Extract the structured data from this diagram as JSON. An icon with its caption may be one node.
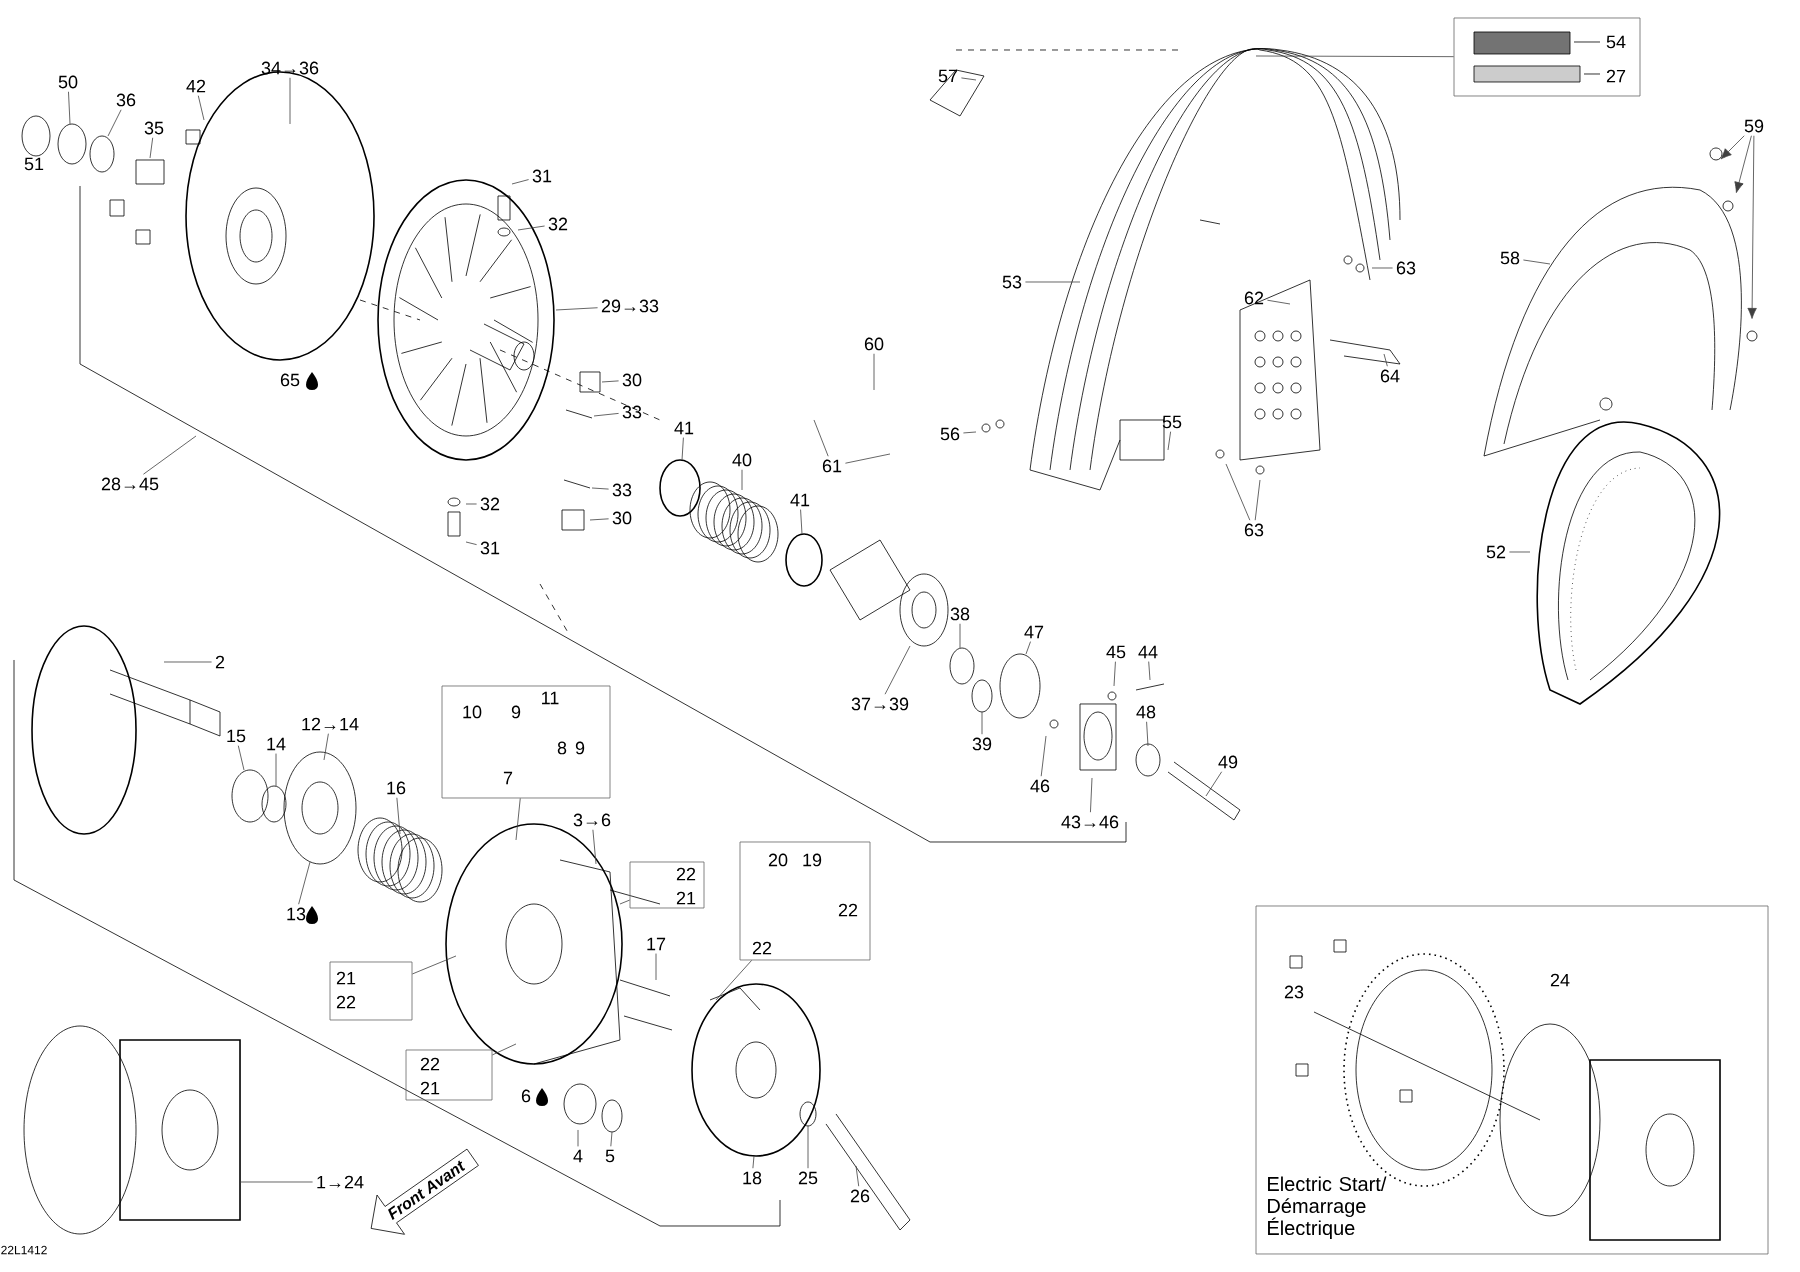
{
  "diagram": {
    "nodes": [
      {
        "text": [
          "54",
          "27"
        ]
      },
      {
        "text": [
          "10",
          "9",
          "11",
          "8",
          "9",
          "7"
        ]
      },
      {
        "text": [
          "22",
          "21"
        ]
      },
      {
        "text": [
          "20",
          "19",
          "22",
          "22"
        ]
      },
      {
        "text": [
          "21",
          "22"
        ]
      },
      {
        "text": [
          "22",
          "21"
        ]
      },
      {
        "text": [
          "23",
          "24",
          "Electric Start/ Démarrage Électrique"
        ]
      },
      {
        "text": [
          "Front Avant"
        ]
      },
      {
        "text": [
          "57"
        ]
      },
      {
        "text": [
          "34→36"
        ]
      },
      {
        "text": [
          "50"
        ]
      },
      {
        "text": [
          "36"
        ]
      },
      {
        "text": [
          "42"
        ]
      },
      {
        "text": [
          "35"
        ]
      },
      {
        "text": [
          "31"
        ]
      },
      {
        "text": [
          "32"
        ]
      },
      {
        "text": [
          "59"
        ]
      },
      {
        "text": [
          "29→33"
        ]
      },
      {
        "text": [
          "53"
        ]
      },
      {
        "text": [
          "62"
        ]
      },
      {
        "text": [
          "63"
        ]
      },
      {
        "text": [
          "58"
        ]
      },
      {
        "text": [
          "64"
        ]
      },
      {
        "text": [
          "30"
        ]
      },
      {
        "text": [
          "33"
        ]
      },
      {
        "text": [
          "60"
        ]
      },
      {
        "text": [
          "56"
        ]
      },
      {
        "text": [
          "55"
        ]
      },
      {
        "text": [
          "28→45"
        ]
      },
      {
        "text": [
          "41"
        ]
      },
      {
        "text": [
          "40"
        ]
      },
      {
        "text": [
          "61"
        ]
      },
      {
        "text": [
          "33"
        ]
      },
      {
        "text": [
          "41"
        ]
      },
      {
        "text": [
          "30"
        ]
      },
      {
        "text": [
          "32"
        ]
      },
      {
        "text": [
          "31"
        ]
      },
      {
        "text": [
          "63"
        ]
      },
      {
        "text": [
          "52"
        ]
      },
      {
        "text": [
          "38"
        ]
      },
      {
        "text": [
          "47"
        ]
      },
      {
        "text": [
          "2"
        ]
      },
      {
        "text": [
          "37→39"
        ]
      },
      {
        "text": [
          "15"
        ]
      },
      {
        "text": [
          "14"
        ]
      },
      {
        "text": [
          "12→14"
        ]
      },
      {
        "text": [
          "45"
        ]
      },
      {
        "text": [
          "44"
        ]
      },
      {
        "text": [
          "16"
        ]
      },
      {
        "text": [
          "39"
        ]
      },
      {
        "text": [
          "46"
        ]
      },
      {
        "text": [
          "48"
        ]
      },
      {
        "text": [
          "49"
        ]
      },
      {
        "text": [
          "43→46"
        ]
      },
      {
        "text": [
          "3→6"
        ]
      },
      {
        "text": [
          "13"
        ]
      },
      {
        "text": [
          "17"
        ]
      },
      {
        "text": [
          "4"
        ]
      },
      {
        "text": [
          "5"
        ]
      },
      {
        "text": [
          "1→24"
        ]
      },
      {
        "text": [
          "18"
        ]
      },
      {
        "text": [
          "25"
        ]
      },
      {
        "text": [
          "26"
        ]
      }
    ],
    "edges": [
      {
        "from": 0,
        "to": null,
        "arrow": "none"
      },
      {
        "from": 1,
        "to": null,
        "arrow": "none"
      },
      {
        "from": 2,
        "to": null,
        "arrow": "none"
      },
      {
        "from": 3,
        "to": null,
        "arrow": "none"
      },
      {
        "from": 4,
        "to": null,
        "arrow": "none"
      },
      {
        "from": 5,
        "to": null,
        "arrow": "none"
      },
      {
        "from": 8,
        "to": null,
        "arrow": "none"
      },
      {
        "from": 9,
        "to": null,
        "arrow": "none"
      },
      {
        "from": 10,
        "to": null,
        "arrow": "none"
      },
      {
        "from": 11,
        "to": null,
        "arrow": "none"
      },
      {
        "from": 12,
        "to": null,
        "arrow": "none"
      },
      {
        "from": 13,
        "to": null,
        "arrow": "none"
      },
      {
        "from": 14,
        "to": null,
        "arrow": "none"
      },
      {
        "from": 15,
        "to": null,
        "arrow": "none"
      },
      {
        "from": 16,
        "to": null,
        "arrow": "to"
      },
      {
        "from": 16,
        "to": null,
        "arrow": "to"
      },
      {
        "from": 16,
        "to": null,
        "arrow": "to"
      },
      {
        "from": 17,
        "to": null,
        "arrow": "none"
      },
      {
        "from": 18,
        "to": null,
        "arrow": "none"
      },
      {
        "from": 19,
        "to": null,
        "arrow": "none"
      },
      {
        "from": 20,
        "to": null,
        "arrow": "none"
      },
      {
        "from": 21,
        "to": null,
        "arrow": "none"
      },
      {
        "from": 22,
        "to": null,
        "arrow": "none"
      },
      {
        "from": 23,
        "to": null,
        "arrow": "none"
      },
      {
        "from": 24,
        "to": null,
        "arrow": "none"
      },
      {
        "from": 25,
        "to": null,
        "arrow": "none"
      },
      {
        "from": 26,
        "to": null,
        "arrow": "none"
      },
      {
        "from": 27,
        "to": null,
        "arrow": "none"
      },
      {
        "from": 28,
        "to": null,
        "arrow": "none"
      },
      {
        "from": 29,
        "to": null,
        "arrow": "none"
      },
      {
        "from": 30,
        "to": null,
        "arrow": "none"
      },
      {
        "from": 31,
        "to": null,
        "arrow": "none"
      },
      {
        "from": 31,
        "to": null,
        "arrow": "none"
      },
      {
        "from": 32,
        "to": null,
        "arrow": "none"
      },
      {
        "from": 33,
        "to": null,
        "arrow": "none"
      },
      {
        "from": 34,
        "to": null,
        "arrow": "none"
      },
      {
        "from": 35,
        "to": null,
        "arrow": "none"
      },
      {
        "from": 36,
        "to": null,
        "arrow": "none"
      },
      {
        "from": 37,
        "to": null,
        "arrow": "none"
      },
      {
        "from": 37,
        "to": null,
        "arrow": "none"
      },
      {
        "from": 38,
        "to": null,
        "arrow": "none"
      },
      {
        "from": 39,
        "to": null,
        "arrow": "none"
      },
      {
        "from": 40,
        "to": null,
        "arrow": "none"
      },
      {
        "from": 41,
        "to": null,
        "arrow": "none"
      },
      {
        "from": 42,
        "to": null,
        "arrow": "none"
      },
      {
        "from": 43,
        "to": null,
        "arrow": "none"
      },
      {
        "from": 44,
        "to": null,
        "arrow": "none"
      },
      {
        "from": 45,
        "to": null,
        "arrow": "none"
      },
      {
        "from": 46,
        "to": null,
        "arrow": "none"
      },
      {
        "from": 47,
        "to": null,
        "arrow": "none"
      },
      {
        "from": 48,
        "to": null,
        "arrow": "none"
      },
      {
        "from": 49,
        "to": null,
        "arrow": "none"
      },
      {
        "from": 50,
        "to": null,
        "arrow": "none"
      },
      {
        "from": 51,
        "to": null,
        "arrow": "none"
      },
      {
        "from": 52,
        "to": null,
        "arrow": "none"
      },
      {
        "from": 53,
        "to": null,
        "arrow": "none"
      },
      {
        "from": 54,
        "to": null,
        "arrow": "none"
      },
      {
        "from": 55,
        "to": null,
        "arrow": "none"
      },
      {
        "from": 56,
        "to": null,
        "arrow": "none"
      },
      {
        "from": 57,
        "to": null,
        "arrow": "none"
      },
      {
        "from": 58,
        "to": null,
        "arrow": "none"
      },
      {
        "from": 59,
        "to": null,
        "arrow": "none"
      },
      {
        "from": 60,
        "to": null,
        "arrow": "none"
      },
      {
        "from": 61,
        "to": null,
        "arrow": "none"
      },
      {
        "from": 62,
        "to": null,
        "arrow": "none"
      }
    ],
    "labels": [
      "51",
      "65",
      "6",
      "22L1412"
    ]
  }
}
